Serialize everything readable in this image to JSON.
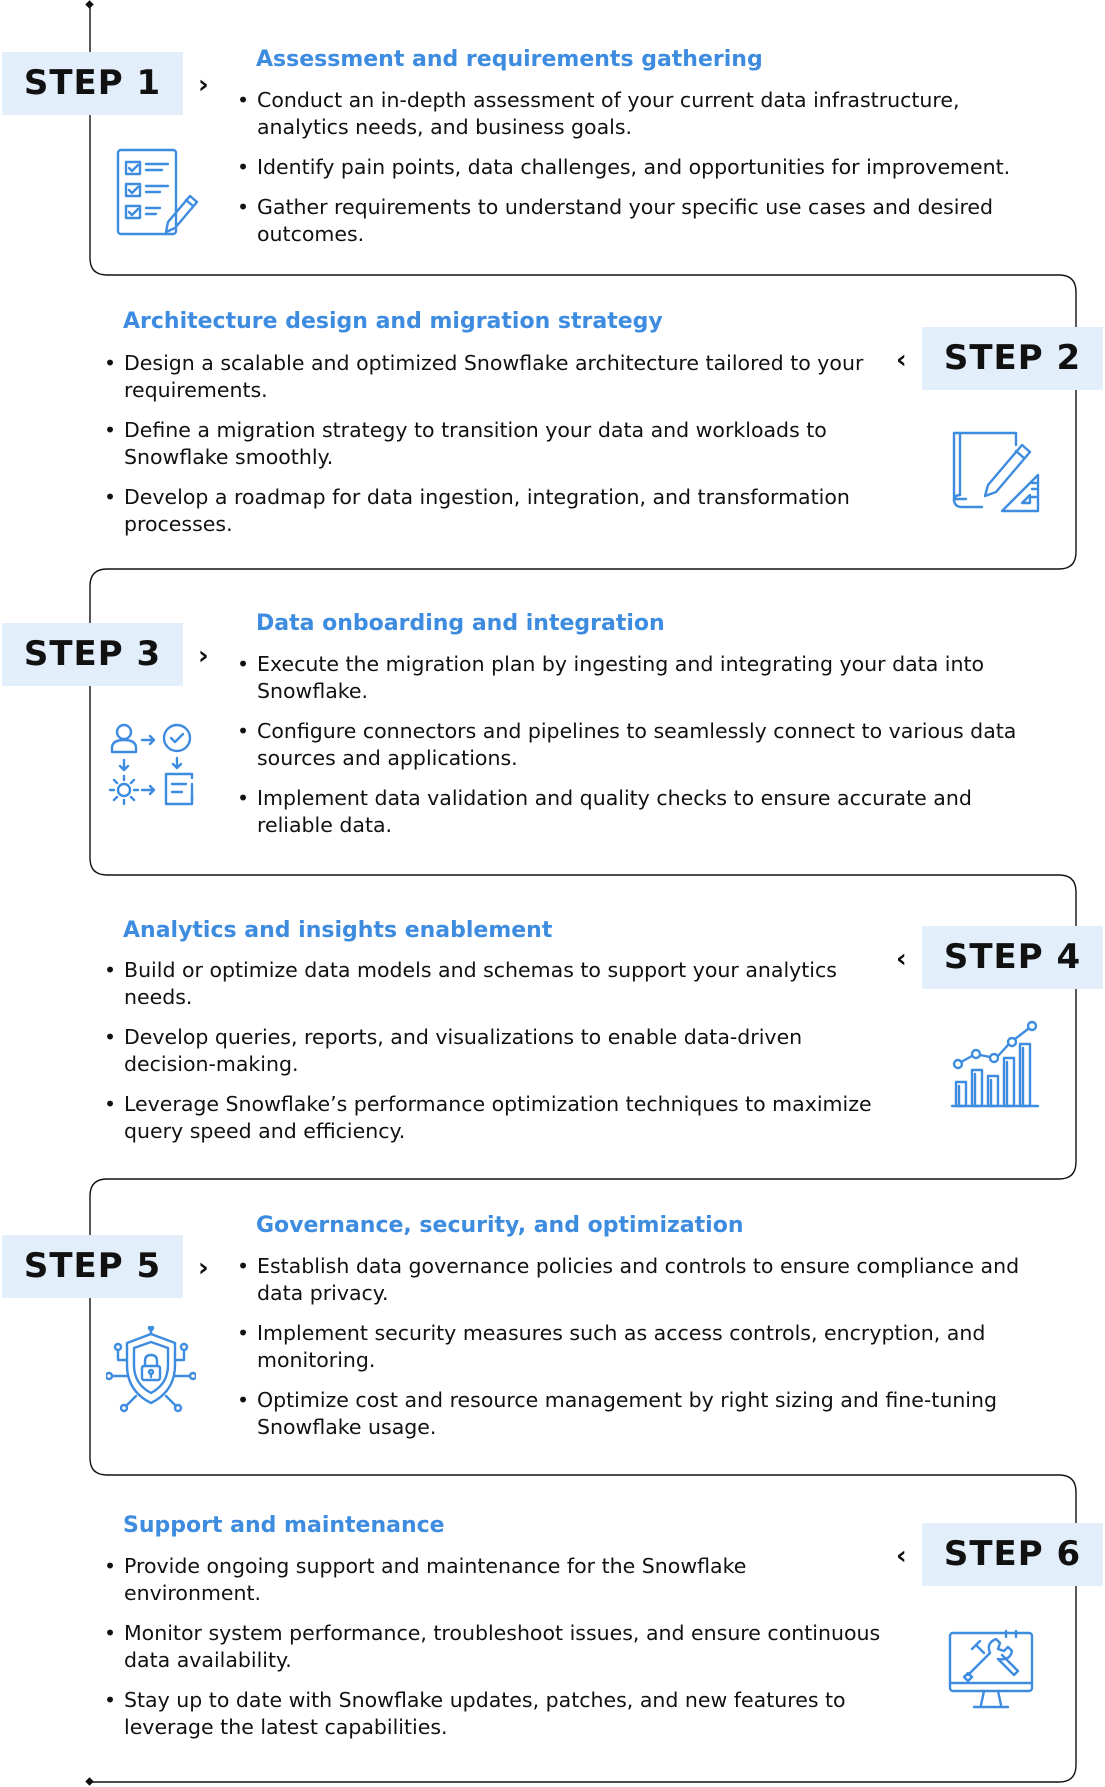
{
  "colors": {
    "accent": "#3e8ce0",
    "tag_bg": "#e3eefb",
    "line": "#111111"
  },
  "steps": [
    {
      "label": "STEP 1",
      "chevron": "›",
      "icon": "checklist-icon",
      "title": "Assessment and requirements gathering",
      "bullets": [
        "Conduct an in-depth assessment of your current data infrastructure, analytics needs, and business goals.",
        "Identify pain points, data challenges, and opportunities for improvement.",
        "Gather requirements to understand your specific use cases and desired outcomes."
      ]
    },
    {
      "label": "STEP 2",
      "chevron": "‹",
      "icon": "blueprint-icon",
      "title": "Architecture design and migration strategy",
      "bullets": [
        "Design a scalable and optimized Snowflake architecture tailored to your requirements.",
        "Define a migration strategy to transition your data and workloads to Snowflake smoothly.",
        "Develop a roadmap for data ingestion, integration, and transformation processes."
      ]
    },
    {
      "label": "STEP 3",
      "chevron": "›",
      "icon": "workflow-icon",
      "title": "Data onboarding and integration",
      "bullets": [
        "Execute the migration plan by ingesting and integrating your data into Snowflake.",
        "Configure connectors and pipelines to seamlessly connect to various data sources and applications.",
        "Implement data validation and quality checks to ensure accurate and reliable data."
      ]
    },
    {
      "label": "STEP 4",
      "chevron": "‹",
      "icon": "growth-chart-icon",
      "title": "Analytics and insights enablement",
      "bullets": [
        "Build or optimize data models and schemas to support your analytics needs.",
        "Develop queries, reports, and visualizations to enable data-driven decision-making.",
        "Leverage Snowflake’s performance optimization techniques to maximize query speed and efficiency."
      ]
    },
    {
      "label": "STEP 5",
      "chevron": "›",
      "icon": "shield-lock-icon",
      "title": "Governance, security, and optimization",
      "bullets": [
        "Establish data governance policies and controls to ensure compliance and data privacy.",
        "Implement security measures such as access controls, encryption, and monitoring.",
        "Optimize cost and resource management by right sizing and fine-tuning Snowflake usage."
      ]
    },
    {
      "label": "STEP 6",
      "chevron": "‹",
      "icon": "monitor-tools-icon",
      "title": "Support and maintenance",
      "bullets": [
        "Provide ongoing support and maintenance for the Snowflake environment.",
        "Monitor system performance, troubleshoot issues, and ensure continuous data availability.",
        "Stay up to date with Snowflake updates, patches, and new features to leverage the latest capabilities."
      ]
    }
  ]
}
